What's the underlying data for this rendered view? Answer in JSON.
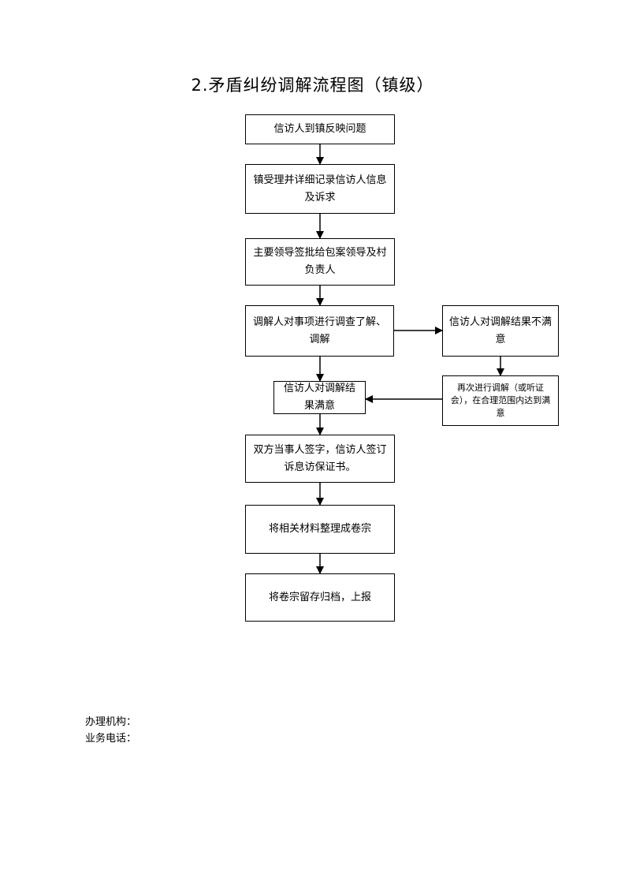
{
  "title": "2.矛盾纠纷调解流程图（镇级）",
  "steps": {
    "s1": "信访人到镇反映问题",
    "s2": "镇受理并详细记录信访人信息及诉求",
    "s3": "主要领导签批给包案领导及村负责人",
    "s4": "调解人对事项进行调查了解、调解",
    "s5": "信访人对调解结果满意",
    "s6": "双方当事人签字，信访人签订诉息访保证书。",
    "s7": "将相关材料整理成卷宗",
    "s8": "将卷宗留存归档，上报",
    "r1": "信访人对调解结果不满意",
    "r2": "再次进行调解（或听证会），在合理范围内达到满意"
  },
  "footer": {
    "org_label": "办理机构：",
    "phone_label": "业务电话："
  }
}
